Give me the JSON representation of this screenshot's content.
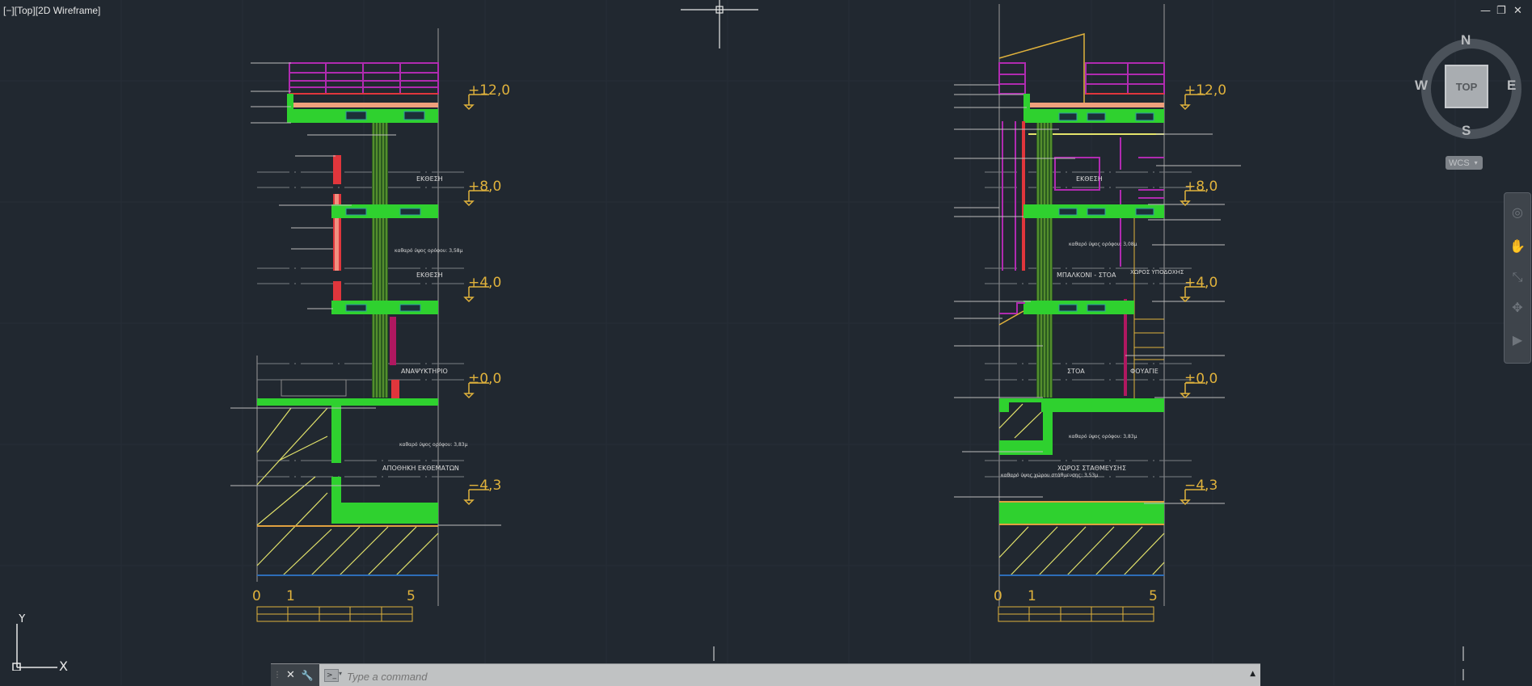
{
  "viewport": {
    "label": "[−][Top][2D Wireframe]"
  },
  "window_controls": {
    "minimize": "—",
    "restore": "❐",
    "close": "✕"
  },
  "viewcube": {
    "face": "TOP",
    "north": "N",
    "south": "S",
    "east": "E",
    "west": "W",
    "coordinate_system": "WCS"
  },
  "navigation_bar": {
    "tools": [
      "steering-wheel",
      "pan",
      "zoom-extents",
      "orbit",
      "showmotion"
    ]
  },
  "ucs_icon": {
    "x_label": "X",
    "y_label": "Y"
  },
  "command_line": {
    "placeholder": "Type a command",
    "close_label": "✕",
    "customize_label": "🔧"
  },
  "drawing": {
    "colors": {
      "background": "#212830",
      "levels": "#e0b23c",
      "slab": "#2fd12f",
      "railing": "#b02bb0",
      "brick": "#e0363c",
      "column": "#7fc23a",
      "earth_hatch": "#e3e36b",
      "ground_line": "#2d6db8",
      "text": "#d9d9d9"
    },
    "left_section": {
      "levels": [
        "+12,0",
        "+8,0",
        "+4,0",
        "±0,0",
        "−4,3"
      ],
      "rooms": [
        "ΕΚΘΕΣΗ",
        "ΕΚΘΕΣΗ",
        "ΑΝΑΨΥΚΤΗΡΙΟ",
        "ΑΠΟΘΗΚΗ ΕΚΘΕΜΑΤΩΝ"
      ],
      "heights": [
        "καθαρό ύψος ορόφου: 3,58μ",
        "καθαρό ύψος ορόφου: 3,83μ"
      ],
      "scale_labels": [
        "0",
        "1",
        "5"
      ]
    },
    "right_section": {
      "levels": [
        "+12,0",
        "+8,0",
        "+4,0",
        "±0,0",
        "−4,3"
      ],
      "rooms": [
        "ΕΚΘΕΣΗ",
        "ΜΠΑΛΚΟΝΙ - ΣΤΟΑ",
        "ΧΩΡΟΣ ΥΠΟΔΟΧΗΣ",
        "ΣΤΟΑ",
        "ΦΟΥΑΓΙΕ",
        "ΧΩΡΟΣ ΣΤΑΘΜΕΥΣΗΣ"
      ],
      "heights": [
        "καθαρό ύψος ορόφου: 3,08μ",
        "καθαρό ύψος ορόφου: 3,83μ",
        "καθαρό ύψος χώρου στάθμευσης: 3,53μ"
      ],
      "scale_labels": [
        "0",
        "1",
        "5"
      ]
    }
  }
}
